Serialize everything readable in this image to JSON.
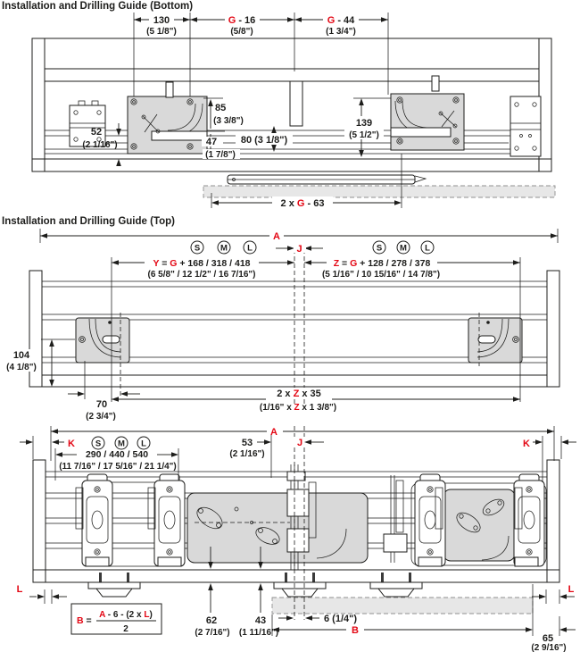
{
  "colors": {
    "red": "#e30613",
    "line": "#1d1d1b",
    "bracket_gray": "#d9d9d9",
    "panel_gray": "#e7e7e7"
  },
  "section_bottom": {
    "title": "Installation and Drilling Guide (Bottom)",
    "dims": {
      "d130": {
        "l1": "130",
        "l2": "(5 1/8\")"
      },
      "g16": {
        "red": "G",
        "post": " - 16",
        "l2": "(5/8\")"
      },
      "g44": {
        "red": "G",
        "post": " - 44",
        "l2": "(1 3/4\")"
      },
      "d85": {
        "l1": "85",
        "l2": "(3 3/8\")"
      },
      "d52": {
        "l1": "52",
        "l2": "(2 1/16\")"
      },
      "d47": {
        "l1": "47",
        "l2": "(1 7/8\")"
      },
      "d80": {
        "l1": "80 (3 1/8\")"
      },
      "d139": {
        "l1": "139",
        "l2": "(5 1/2\")"
      },
      "g63": {
        "pre": "2 x ",
        "red": "G",
        "post": " - 63"
      }
    }
  },
  "section_top": {
    "title": "Installation and Drilling Guide (Top)",
    "size_labels": [
      "S",
      "M",
      "L"
    ],
    "dims": {
      "a": "A",
      "j": "J",
      "y": {
        "red1": "Y",
        "mid": " = ",
        "red2": "G",
        "post": " + 168 / 318 / 418",
        "l2": "(6 5/8\" / 12 1/2\" / 16 7/16\")"
      },
      "z": {
        "red1": "Z",
        "mid": " = ",
        "red2": "G",
        "post": " + 128 / 278 / 378",
        "l2": "(5 1/16\" / 10 15/16\" / 14 7/8\")"
      },
      "d104": {
        "l1": "104",
        "l2": "(4 1/8\")"
      },
      "d70": {
        "l1": "70",
        "l2": "(2 3/4\")"
      },
      "z35": {
        "pre": "2 x ",
        "red": "Z",
        "post": " x 35",
        "l2pre": "(1/16\" x ",
        "l2red": "Z",
        "l2post": " x 1 3/8\")"
      }
    }
  },
  "section_front": {
    "size_labels": [
      "S",
      "M",
      "L"
    ],
    "dims": {
      "a": "A",
      "j": "J",
      "k": "K",
      "l": "L",
      "d290": {
        "l1": "290 / 440 / 540",
        "l2": "(11 7/16\" / 17 5/16\" / 21 1/4\")"
      },
      "d53": {
        "l1": "53",
        "l2": "(2 1/16\")"
      },
      "formula": {
        "lhs": "B",
        "eq": " =",
        "numA": "A",
        "numMid": " - 6 - (2 x ",
        "numL": "L",
        "numEnd": ")",
        "den": "2"
      },
      "d62": {
        "l1": "62",
        "l2": "(2 7/16\")"
      },
      "d43": {
        "l1": "43",
        "l2": "(1 11/16\")"
      },
      "d6": "6 (1/4\")",
      "b": "B",
      "d65": {
        "l1": "65",
        "l2": "(2 9/16\")"
      }
    }
  }
}
